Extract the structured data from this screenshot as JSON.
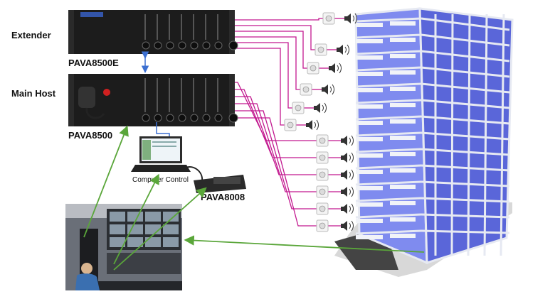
{
  "labels": {
    "extender": "Extender",
    "main_host": "Main Host",
    "extender_model": "PAVA8500E",
    "host_model": "PAVA8500",
    "computer": "Computer Control",
    "mic_model": "PAVA8008"
  },
  "colors": {
    "amp_body": "#1c1c1c",
    "wire": "#c2188f",
    "link": "#3b6fd1",
    "green": "#5aa63a",
    "building_glass": "#6b78e8",
    "building_frame": "#e6e9f2"
  },
  "icons": [
    "amplifier-icon",
    "speaker-icon",
    "laptop-icon",
    "paging-mic-icon",
    "building-icon",
    "control-room-photo"
  ]
}
